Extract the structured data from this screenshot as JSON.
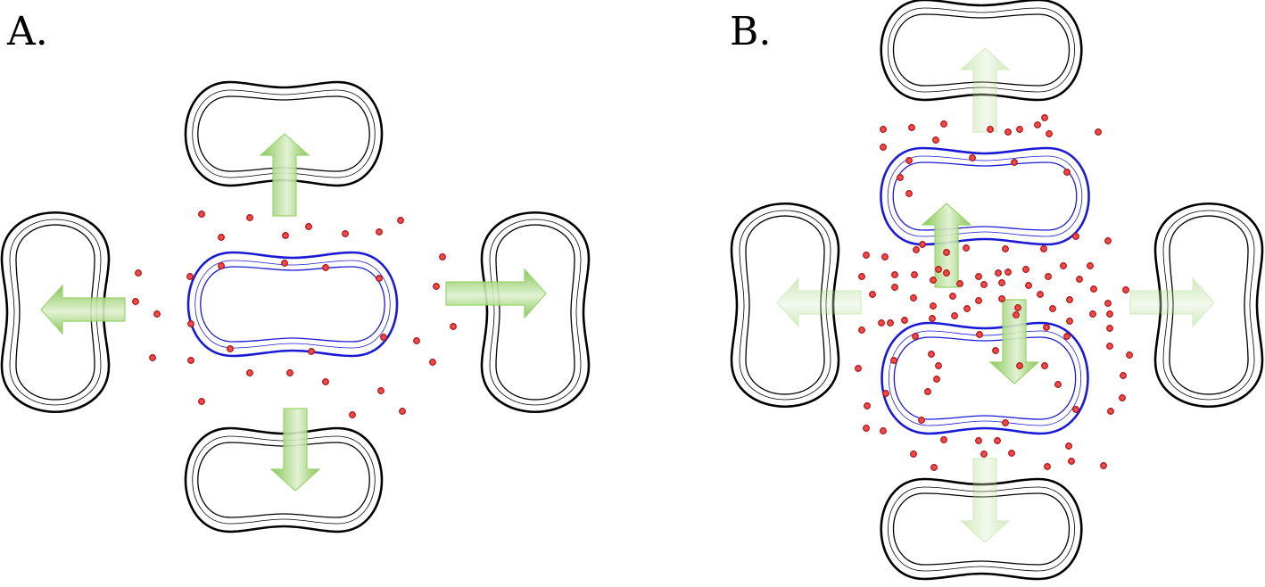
{
  "panels": [
    {
      "id": "A",
      "label": "A."
    },
    {
      "id": "B",
      "label": "B."
    }
  ],
  "colors": {
    "cell_outline": "#000000",
    "source_cell_outline": "#1a1ad6",
    "arrow_fill": "#7ec64a",
    "arrow_stroke": "#8fcf5f",
    "particle_fill": "#f24a4a",
    "particle_stroke": "#b01818"
  }
}
